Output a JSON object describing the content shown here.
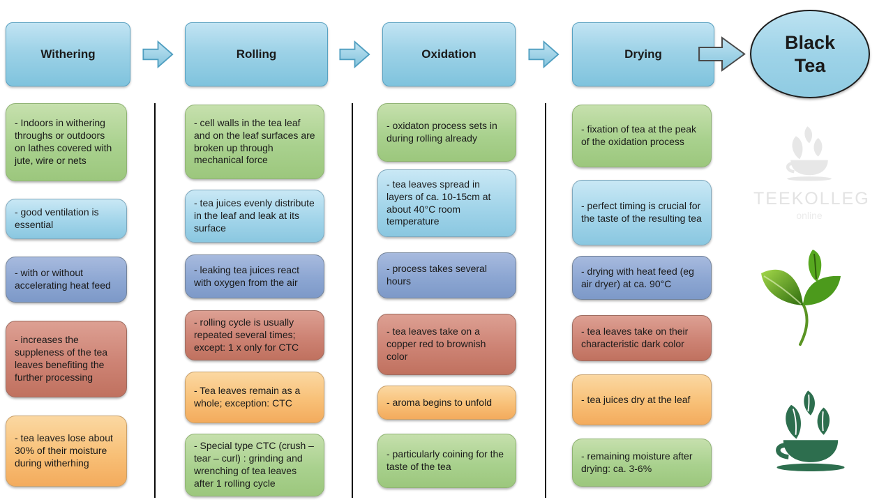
{
  "flow": {
    "stages": [
      {
        "header": "Withering",
        "boxes": [
          {
            "color": "green",
            "text": "- Indoors in withering throughs or outdoors on lathes covered with jute, wire or nets"
          },
          {
            "color": "blue",
            "text": "- good ventilation is essential"
          },
          {
            "color": "periwinkle",
            "text": "- with or without accelerating heat feed"
          },
          {
            "color": "red",
            "text": "- increases the suppleness of the tea leaves benefiting the further processing"
          },
          {
            "color": "orange",
            "text": "- tea leaves lose about 30% of their moisture during witherhing"
          }
        ]
      },
      {
        "header": "Rolling",
        "boxes": [
          {
            "color": "green",
            "text": "- cell walls in the tea leaf and on the leaf surfaces are broken up through mechanical force"
          },
          {
            "color": "blue",
            "text": "- tea juices evenly distribute in the leaf and leak at its surface"
          },
          {
            "color": "periwinkle",
            "text": "- leaking tea juices react with oxygen from the air"
          },
          {
            "color": "red",
            "text": "- rolling cycle is usually repeated several times; except: 1 x only for CTC"
          },
          {
            "color": "orange",
            "text": "- Tea leaves remain as a whole; exception: CTC"
          },
          {
            "color": "green",
            "text": "- Special type CTC (crush – tear – curl) : grinding and wrenching of tea leaves after 1 rolling cycle"
          }
        ]
      },
      {
        "header": "Oxidation",
        "boxes": [
          {
            "color": "green",
            "text": "- oxidaton process sets in during rolling already"
          },
          {
            "color": "blue",
            "text": "- tea leaves spread in layers of ca. 10-15cm at about 40°C room temperature"
          },
          {
            "color": "periwinkle",
            "text": "- process takes several hours"
          },
          {
            "color": "red",
            "text": "- tea leaves take on a copper red to brownish color"
          },
          {
            "color": "orange",
            "text": "- aroma begins to unfold"
          },
          {
            "color": "green",
            "text": "- particularly coining for the taste of the tea"
          }
        ]
      },
      {
        "header": "Drying",
        "boxes": [
          {
            "color": "green",
            "text": "- fixation of tea at the peak of the oxidation process"
          },
          {
            "color": "blue",
            "text": "- perfect timing is crucial for the taste of the resulting tea"
          },
          {
            "color": "periwinkle",
            "text": "- drying with heat feed (eg air dryer) at ca. 90°C"
          },
          {
            "color": "red",
            "text": "- tea leaves take on their characteristic dark color"
          },
          {
            "color": "orange",
            "text": "- tea juices dry at the leaf"
          },
          {
            "color": "green",
            "text": "- remaining moisture after drying: ca. 3-6%"
          }
        ]
      }
    ],
    "result": {
      "line1": "Black",
      "line2": "Tea"
    }
  },
  "branding": {
    "watermark_name": "TEEKOLLEG",
    "watermark_subtitle": "online"
  },
  "palette": {
    "header_blue": "#9dd2e7",
    "box_green": "#a9d18e",
    "box_blue": "#a3d5ea",
    "box_periwinkle": "#8ca6d2",
    "box_red": "#cd8374",
    "box_orange": "#f8c077",
    "logo_green": "#2d6e4e",
    "watermark_gray": "#e3e3e3"
  }
}
